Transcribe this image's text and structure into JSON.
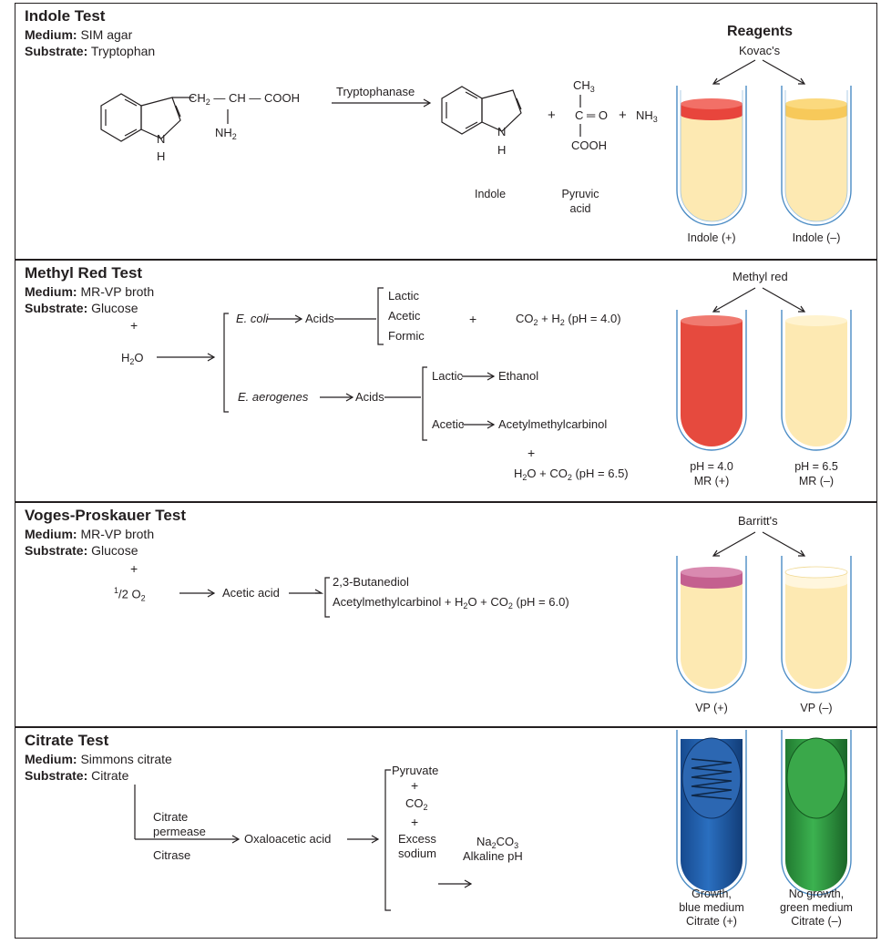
{
  "indole": {
    "title": "Indole Test",
    "medium_label": "Medium:",
    "medium": "SIM agar",
    "substrate_label": "Substrate:",
    "substrate": "Tryptophan",
    "reagents_heading": "Reagents",
    "reagent": "Kovac's",
    "side_chain": [
      "CH",
      "2",
      " — CH — COOH"
    ],
    "nh2": [
      "NH",
      "2"
    ],
    "ring_h": "H",
    "ring_n": "N",
    "enzyme": "Tryptophanase",
    "plus": "+",
    "ch3": [
      "CH",
      "3"
    ],
    "c_eq_o": "C ═ O",
    "cooh": "COOH",
    "nh3": [
      "NH",
      "3"
    ],
    "product_indole": "Indole",
    "product_pyruvic": [
      "Pyruvic",
      "acid"
    ],
    "tube_pos": "Indole (+)",
    "tube_neg": "Indole (–)"
  },
  "methyl_red": {
    "title": "Methyl Red Test",
    "medium_label": "Medium:",
    "medium": "MR-VP broth",
    "substrate_label": "Substrate:",
    "substrate": "Glucose",
    "plus": "+",
    "water": [
      "H",
      "2",
      "O"
    ],
    "reagent": "Methyl red",
    "ecoli": "E. coli",
    "acids": "Acids",
    "ecoli_acids": [
      "Lactic",
      "Acetic",
      "Formic"
    ],
    "gas_line": [
      "CO",
      "2",
      " + H",
      "2",
      " (pH = 4.0)"
    ],
    "eaerogenes": "E. aerogenes",
    "lactic": "Lactic",
    "ethanol": "Ethanol",
    "acetic": "Acetic",
    "acetylmethylcarbinol": "Acetylmethylcarbinol",
    "bottom_line": [
      "H",
      "2",
      "O + CO",
      "2",
      " (pH = 6.5)"
    ],
    "tube_pos": [
      "pH = 4.0",
      "MR (+)"
    ],
    "tube_neg": [
      "pH = 6.5",
      "MR (–)"
    ]
  },
  "voges_proskauer": {
    "title": "Voges-Proskauer Test",
    "medium_label": "Medium:",
    "medium": "MR-VP broth",
    "substrate_label": "Substrate:",
    "substrate": "Glucose",
    "plus": "+",
    "half_o2": [
      "1",
      "/2 O",
      "2"
    ],
    "acetic_acid": "Acetic acid",
    "butanediol": "2,3-Butanediol",
    "product_line": [
      "Acetylmethylcarbinol + H",
      "2",
      "O + CO",
      "2",
      " (pH = 6.0)"
    ],
    "reagent": "Barritt's",
    "tube_pos": "VP (+)",
    "tube_neg": "VP (–)"
  },
  "citrate": {
    "title": "Citrate Test",
    "medium_label": "Medium:",
    "medium": "Simmons citrate",
    "substrate_label": "Substrate:",
    "substrate": "Citrate",
    "enzyme1": [
      "Citrate",
      "permease"
    ],
    "enzyme2": "Citrase",
    "oxaloacetic": "Oxaloacetic acid",
    "pyruvate": "Pyruvate",
    "plus": "+",
    "co2": [
      "CO",
      "2"
    ],
    "excess": [
      "Excess",
      "sodium"
    ],
    "na2co3": [
      "Na",
      "2",
      "CO",
      "3"
    ],
    "alkaline": "Alkaline pH",
    "tube_pos": [
      "Growth,",
      "blue medium",
      "Citrate (+)"
    ],
    "tube_neg": [
      "No growth,",
      "green medium",
      "Citrate (–)"
    ]
  },
  "colors": {
    "broth": "#fde9b2",
    "kovac_red": "#e8453c",
    "kovac_yellow": "#f7c95a",
    "mr_red": "#e64a3e",
    "vp_pink": "#c4608f",
    "citrate_blue": "#1f5aa8",
    "citrate_green": "#2e9a3f",
    "tube_outline": "#4a8bc4"
  }
}
